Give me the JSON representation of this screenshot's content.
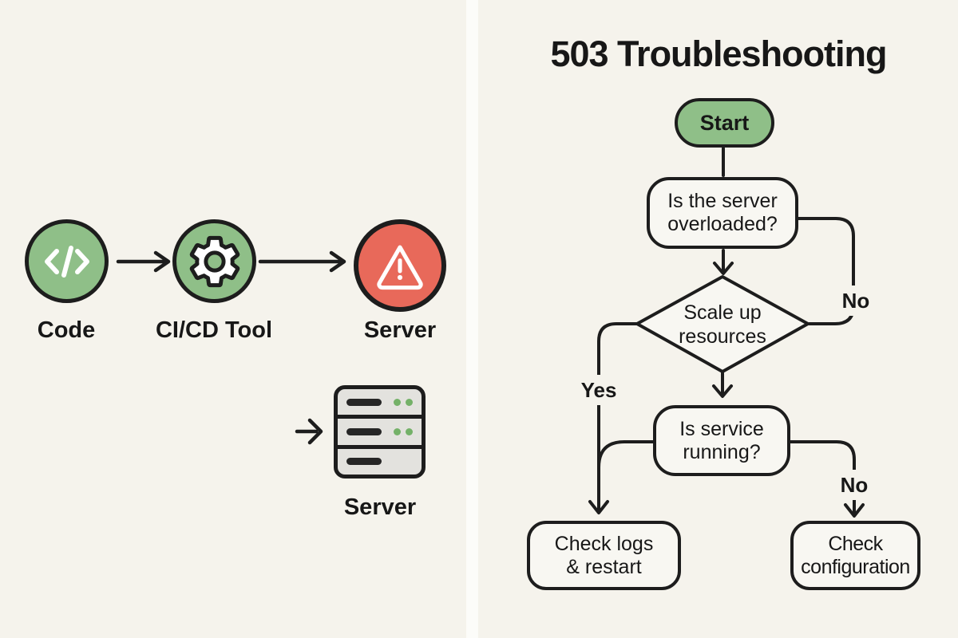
{
  "canvas": {
    "background": "#f5f3ec",
    "line_color": "#1d1d1d",
    "text_color": "#171717",
    "node_fill": "#f8f7f2",
    "green": "#8fbf88",
    "red": "#e8695a",
    "rack_fill": "#e3e2de",
    "led_green": "#74b168",
    "icon_white": "#ffffff"
  },
  "left_panel": {
    "nodes": [
      {
        "label": "Code",
        "icon": "code-icon",
        "color": "green"
      },
      {
        "label": "CI/CD Tool",
        "icon": "gear-icon",
        "color": "green"
      },
      {
        "label": "Server",
        "icon": "warning-icon",
        "color": "red"
      }
    ],
    "rack_label": "Server"
  },
  "right_panel": {
    "title": "503 Troubleshooting",
    "nodes": {
      "start": {
        "line1": "Start"
      },
      "overloaded": {
        "line1": "Is the server",
        "line2": "overloaded?"
      },
      "scale": {
        "line1": "Scale up",
        "line2": "resources"
      },
      "running": {
        "line1": "Is service",
        "line2": "running?"
      },
      "logs": {
        "line1": "Check logs",
        "line2": "& restart"
      },
      "config": {
        "line1": "Check",
        "line2": "configuration"
      }
    },
    "edge_labels": {
      "no_top": "No",
      "yes": "Yes",
      "no_bottom": "No"
    }
  }
}
